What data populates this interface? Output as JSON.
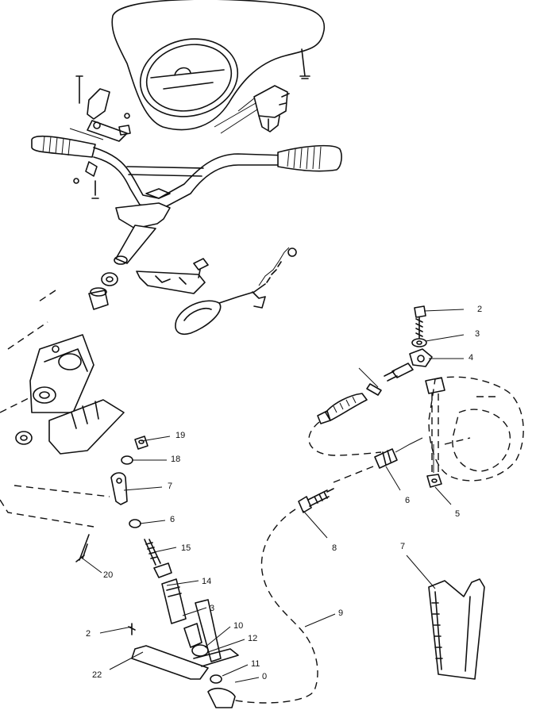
{
  "callouts": [
    {
      "id": "c2",
      "label": "2"
    },
    {
      "id": "c3",
      "label": "3"
    },
    {
      "id": "c4",
      "label": "4"
    },
    {
      "id": "c5",
      "label": "5"
    },
    {
      "id": "c6a",
      "label": "6"
    },
    {
      "id": "c8",
      "label": "8"
    },
    {
      "id": "c9",
      "label": "9"
    },
    {
      "id": "c7a",
      "label": "7"
    },
    {
      "id": "c19",
      "label": "19"
    },
    {
      "id": "c18",
      "label": "18"
    },
    {
      "id": "c7b",
      "label": "7"
    },
    {
      "id": "c6b",
      "label": "6"
    },
    {
      "id": "c15",
      "label": "15"
    },
    {
      "id": "c20",
      "label": "20"
    },
    {
      "id": "c14",
      "label": "14"
    },
    {
      "id": "c13",
      "label": "3"
    },
    {
      "id": "c10a",
      "label": "10"
    },
    {
      "id": "c12",
      "label": "12"
    },
    {
      "id": "c21",
      "label": "2"
    },
    {
      "id": "c22",
      "label": "22"
    },
    {
      "id": "c11",
      "label": "11"
    },
    {
      "id": "c10b",
      "label": "0"
    }
  ]
}
